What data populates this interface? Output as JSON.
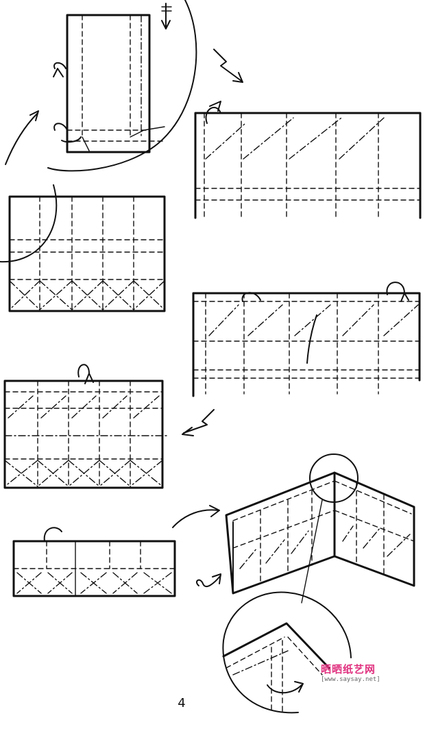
{
  "page": {
    "number": "4"
  },
  "watermark": {
    "title": "晒晒纸艺网",
    "url": "[www.saysay.net]",
    "color": "#e0317f"
  },
  "icons": [
    "fold-arrow-icon",
    "turn-over-icon",
    "magnify-circle-icon"
  ],
  "colors": {
    "ink": "#111111",
    "background": "#ffffff"
  }
}
